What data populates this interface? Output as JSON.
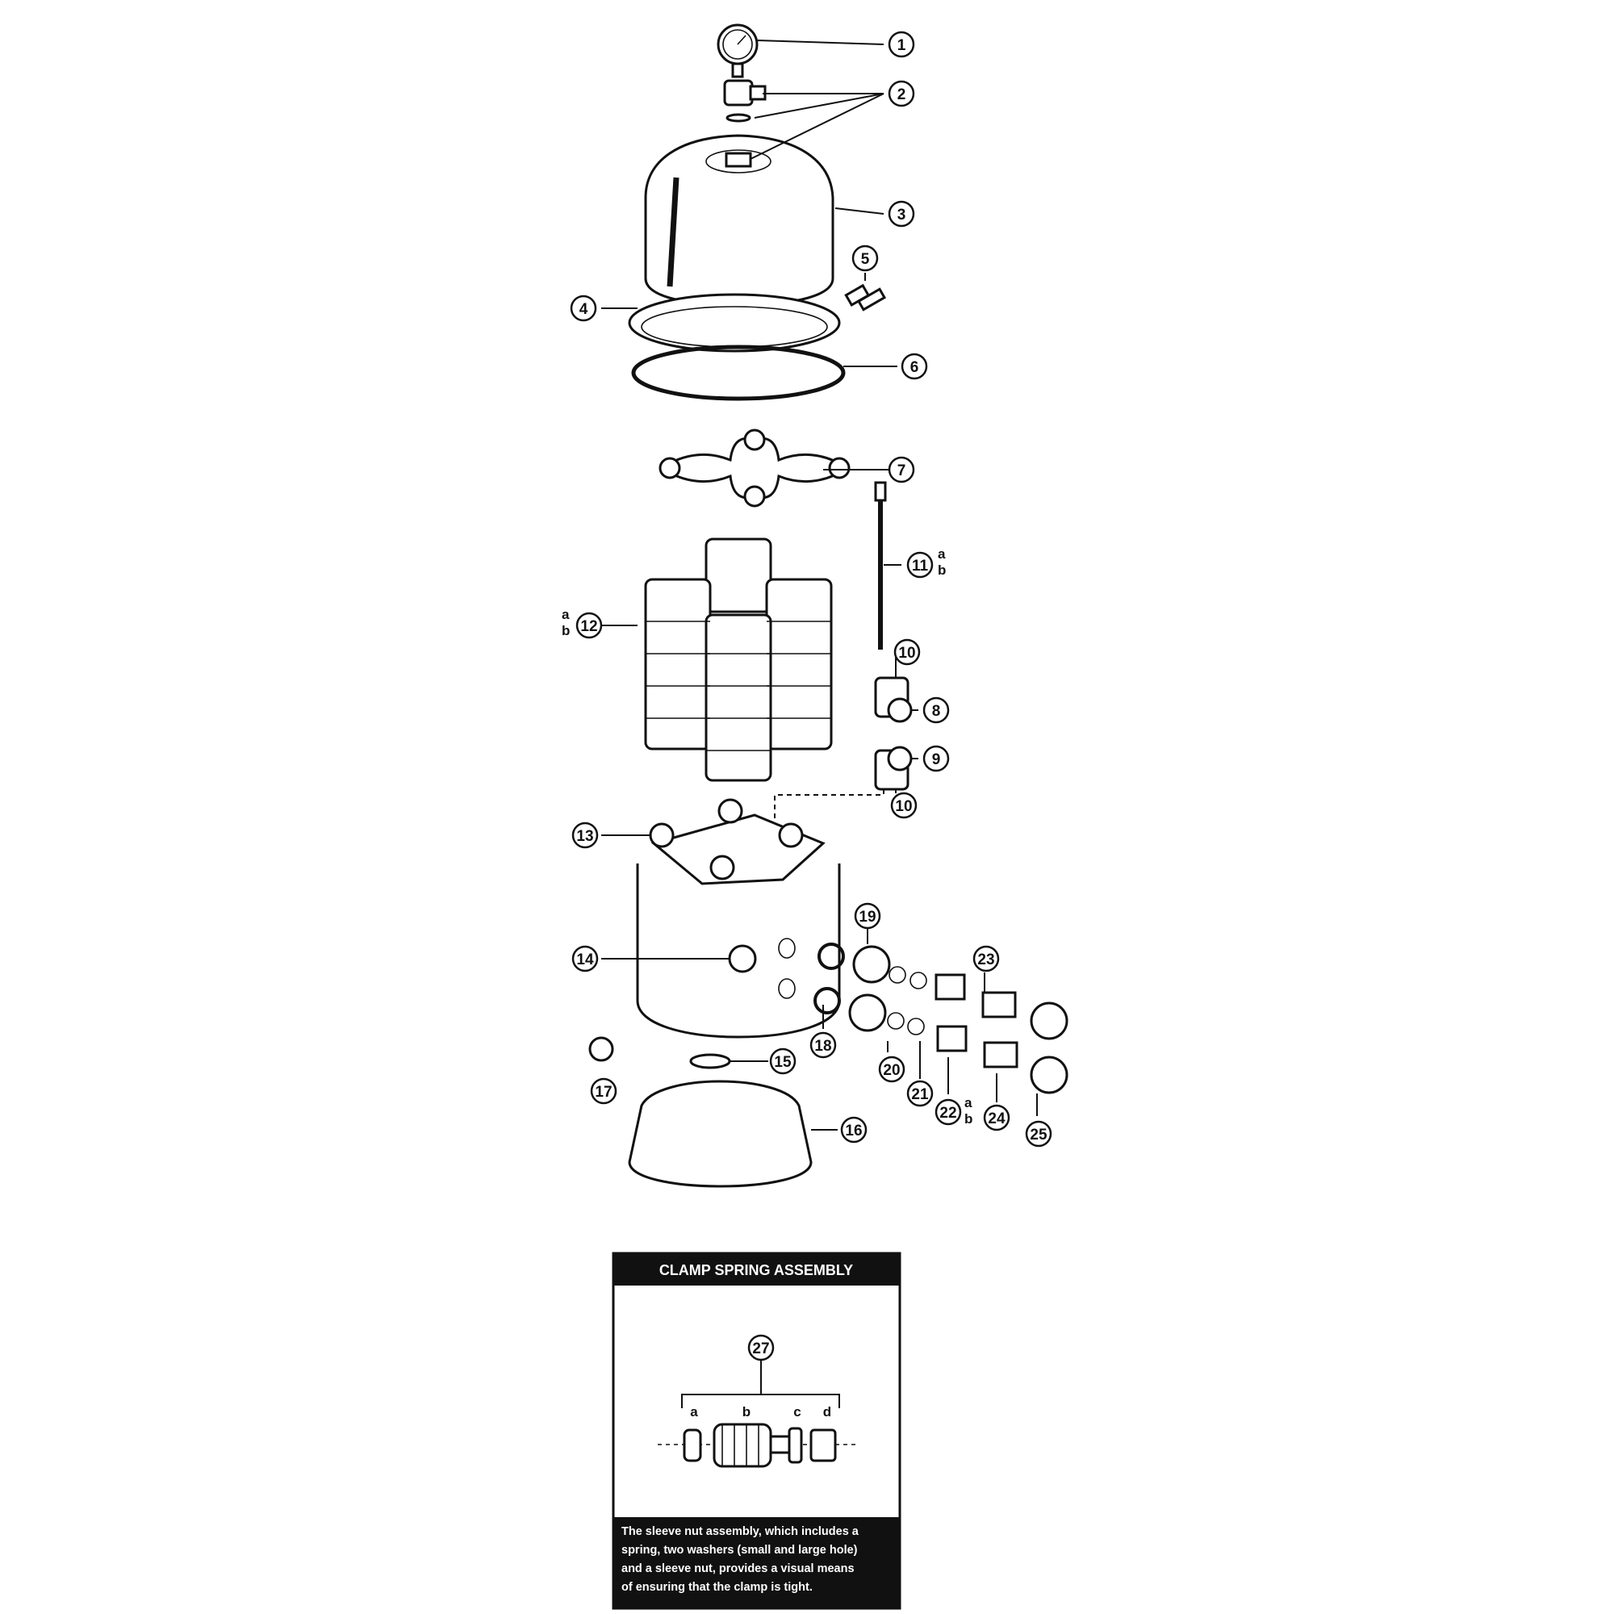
{
  "callouts": [
    "1",
    "2",
    "3",
    "4",
    "5",
    "6",
    "7",
    "8",
    "9",
    "10",
    "10",
    "11",
    "12",
    "13",
    "14",
    "15",
    "16",
    "17",
    "18",
    "19",
    "20",
    "21",
    "22",
    "23",
    "24",
    "25",
    "27"
  ],
  "sub_letters": {
    "a": "a",
    "b": "b"
  },
  "inset": {
    "title": "CLAMP SPRING ASSEMBLY",
    "letters": [
      "a",
      "b",
      "c",
      "d"
    ],
    "caption_lines": [
      "The sleeve nut assembly, which includes a",
      "spring, two washers (small and large hole)",
      "and a sleeve nut, provides a visual means",
      "of ensuring that the clamp is tight."
    ]
  }
}
